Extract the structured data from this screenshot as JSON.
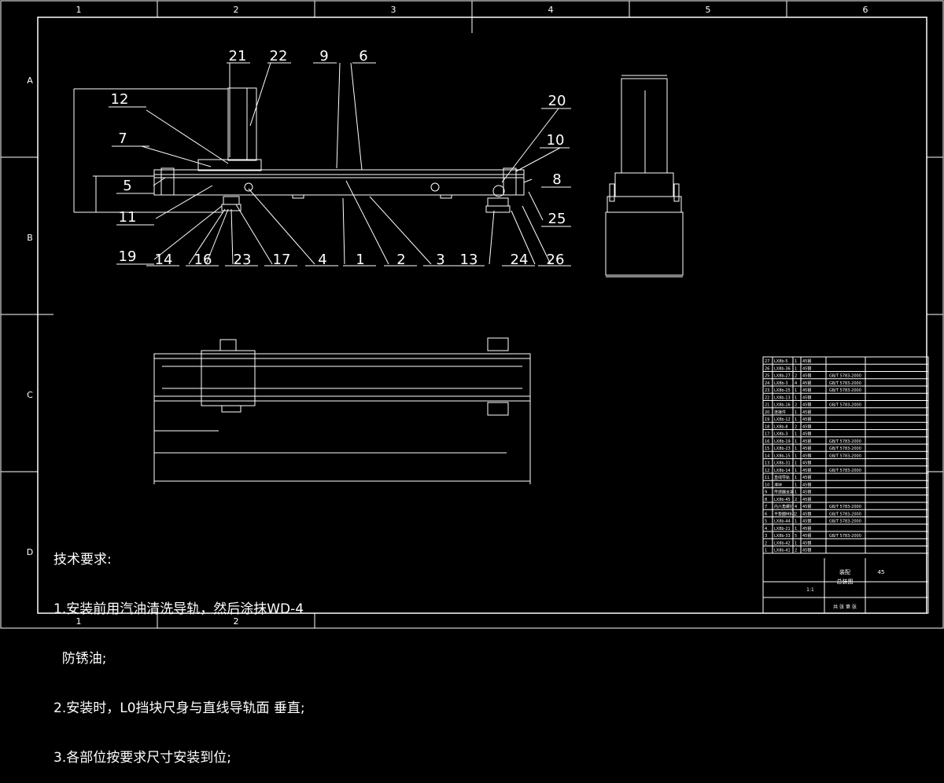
{
  "border": {
    "columns": [
      "1",
      "2",
      "3",
      "4",
      "5",
      "6"
    ],
    "rows": [
      "A",
      "B",
      "C",
      "D"
    ],
    "bottom_columns": [
      "1",
      "2"
    ]
  },
  "balloons": {
    "top": [
      "21",
      "22",
      "9",
      "6"
    ],
    "left": [
      "12",
      "7",
      "5",
      "11",
      "19"
    ],
    "right": [
      "20",
      "10",
      "8",
      "25"
    ],
    "bottom": [
      "14",
      "16",
      "23",
      "17",
      "4",
      "1",
      "2",
      "3",
      "13",
      "24",
      "26"
    ]
  },
  "tech_requirements": {
    "title": "技术要求:",
    "line1": "1.安装前用汽油清洗导轨，然后涂抹WD-4",
    "line1b": "  防锈油;",
    "line2": "2.安装时，L0挡块尺身与直线导轨面 垂直;",
    "line3": "3.各部位按要求尺寸安装到位;"
  },
  "bom": {
    "rows": [
      {
        "no": "27",
        "part": "LX8b-5",
        "qty": "1",
        "mat": "45钢",
        "std": ""
      },
      {
        "no": "26",
        "part": "LX8b-36",
        "qty": "1",
        "mat": "45钢",
        "std": ""
      },
      {
        "no": "25",
        "part": "LX8b-27",
        "qty": "2",
        "mat": "45钢",
        "std": "GB/T 5783-2000"
      },
      {
        "no": "24",
        "part": "LX8b-3",
        "qty": "4",
        "mat": "45钢",
        "std": "GB/T 5783-2000"
      },
      {
        "no": "23",
        "part": "LX8b-25",
        "qty": "1",
        "mat": "45钢",
        "std": "GB/T 5783-2000"
      },
      {
        "no": "22",
        "part": "LX8b-13",
        "qty": "1",
        "mat": "45钢",
        "std": ""
      },
      {
        "no": "21",
        "part": "LX8b-16",
        "qty": "2",
        "mat": "45钢",
        "std": "GB/T 5783-2000"
      },
      {
        "no": "20",
        "part": "连接件",
        "qty": "1",
        "mat": "45钢",
        "std": ""
      },
      {
        "no": "19",
        "part": "LX8b-12",
        "qty": "1",
        "mat": "45钢",
        "std": ""
      },
      {
        "no": "18",
        "part": "LX8b-8",
        "qty": "2",
        "mat": "45钢",
        "std": ""
      },
      {
        "no": "17",
        "part": "LX8b-3",
        "qty": "1",
        "mat": "45钢",
        "std": ""
      },
      {
        "no": "16",
        "part": "LX8b-19",
        "qty": "1",
        "mat": "45钢",
        "std": "GB/T 5783-2000"
      },
      {
        "no": "15",
        "part": "LX8b-23",
        "qty": "1",
        "mat": "45钢",
        "std": "GB/T 5783-2000"
      },
      {
        "no": "14",
        "part": "LX8b-15",
        "qty": "1",
        "mat": "45钢",
        "std": "GB/T 5783-2000"
      },
      {
        "no": "13",
        "part": "LX8b-31",
        "qty": "1",
        "mat": "45钢",
        "std": ""
      },
      {
        "no": "12",
        "part": "LX8b-14",
        "qty": "1",
        "mat": "45钢",
        "std": "GB/T 5783-2000"
      },
      {
        "no": "11",
        "part": "直线导轨",
        "qty": "1",
        "mat": "45钢",
        "std": ""
      },
      {
        "no": "10",
        "part": "滑块",
        "qty": "1",
        "mat": "45钢",
        "std": ""
      },
      {
        "no": "9",
        "part": "传感器支架",
        "qty": "1",
        "mat": "45钢",
        "std": ""
      },
      {
        "no": "8",
        "part": "LX8b-45",
        "qty": "2",
        "mat": "45钢",
        "std": ""
      },
      {
        "no": "7",
        "part": "内六角螺钉",
        "qty": "4",
        "mat": "45钢",
        "std": "GB/T 5783-2000"
      },
      {
        "no": "6",
        "part": "平垫圈M8-1",
        "qty": "2",
        "mat": "45钢",
        "std": "GB/T 5783-2000"
      },
      {
        "no": "5",
        "part": "LX8b-44",
        "qty": "1",
        "mat": "45钢",
        "std": "GB/T 5783-2000"
      },
      {
        "no": "4",
        "part": "LX8b-21",
        "qty": "1",
        "mat": "45钢",
        "std": ""
      },
      {
        "no": "3",
        "part": "LX8b-33",
        "qty": "5",
        "mat": "45钢",
        "std": "GB/T 5783-2000"
      },
      {
        "no": "2",
        "part": "LX8b-42",
        "qty": "1",
        "mat": "45钢",
        "std": ""
      },
      {
        "no": "1",
        "part": "LX8b-41",
        "qty": "2",
        "mat": "45钢",
        "std": ""
      }
    ],
    "title_block": {
      "drawing_name": "总装图",
      "material_label": "装配",
      "scale": "1:1",
      "weight": "45",
      "sheet": "共 张 第 张"
    }
  }
}
